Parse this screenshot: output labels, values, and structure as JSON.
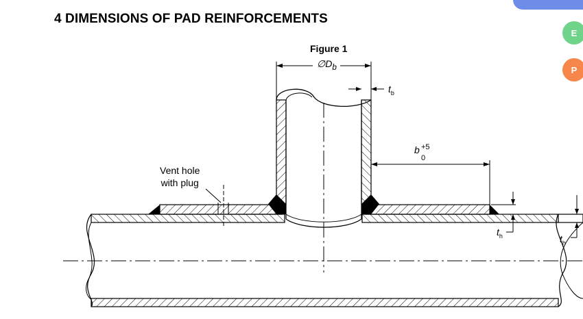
{
  "document": {
    "heading": "4 DIMENSIONS OF PAD REINFORCEMENTS",
    "figure_title": "Figure 1",
    "labels": {
      "vent_hole_line1": "Vent hole",
      "vent_hole_line2": "with plug",
      "diameter": "∅D",
      "diameter_sub": "b",
      "branch_thickness": "t",
      "branch_thickness_sub": "b",
      "pad_width": "b",
      "pad_width_tol_upper": "+5",
      "pad_width_tol_lower": "0",
      "header_thickness": "t",
      "header_thickness_sub": "h",
      "header_thickness2": "t",
      "header_thickness2_sub": "h"
    }
  },
  "side_buttons": [
    {
      "label": "E",
      "icon": "e-icon",
      "color": "#6fd38a"
    },
    {
      "label": "P",
      "icon": "p-icon",
      "color": "#f7864a"
    }
  ]
}
